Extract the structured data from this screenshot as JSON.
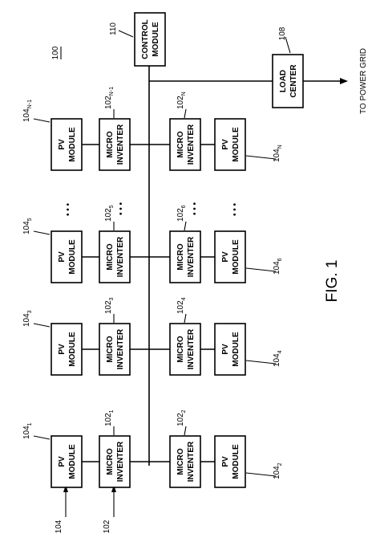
{
  "diagram": {
    "reference": "100",
    "figure": "FIG. 1",
    "control_module": {
      "label_line1": "CONTROL",
      "label_line2": "MODULE",
      "ref": "110"
    },
    "load_center": {
      "label_line1": "LOAD",
      "label_line2": "CENTER",
      "ref": "108"
    },
    "grid_label": "TO POWER GRID",
    "pv_label_line1": "PV",
    "pv_label_line2": "MODULE",
    "inv_label_line1": "MICRO",
    "inv_label_line2": "INVENTER",
    "generic_pv_ref": "104",
    "generic_inv_ref": "102",
    "ref_base_pv": "104",
    "ref_base_inv": "102",
    "ellipsis": "• • •",
    "columns": [
      {
        "left_pv_sub": "1",
        "left_inv_sub": "1",
        "right_inv_sub": "2",
        "right_pv_sub": "2"
      },
      {
        "left_pv_sub": "3",
        "left_inv_sub": "3",
        "right_inv_sub": "4",
        "right_pv_sub": "4"
      },
      {
        "left_pv_sub": "5",
        "left_inv_sub": "5",
        "right_inv_sub": "6",
        "right_pv_sub": "6"
      },
      {
        "left_pv_sub": "N-1",
        "left_inv_sub": "N-1",
        "right_inv_sub": "N",
        "right_pv_sub": "N"
      }
    ]
  }
}
